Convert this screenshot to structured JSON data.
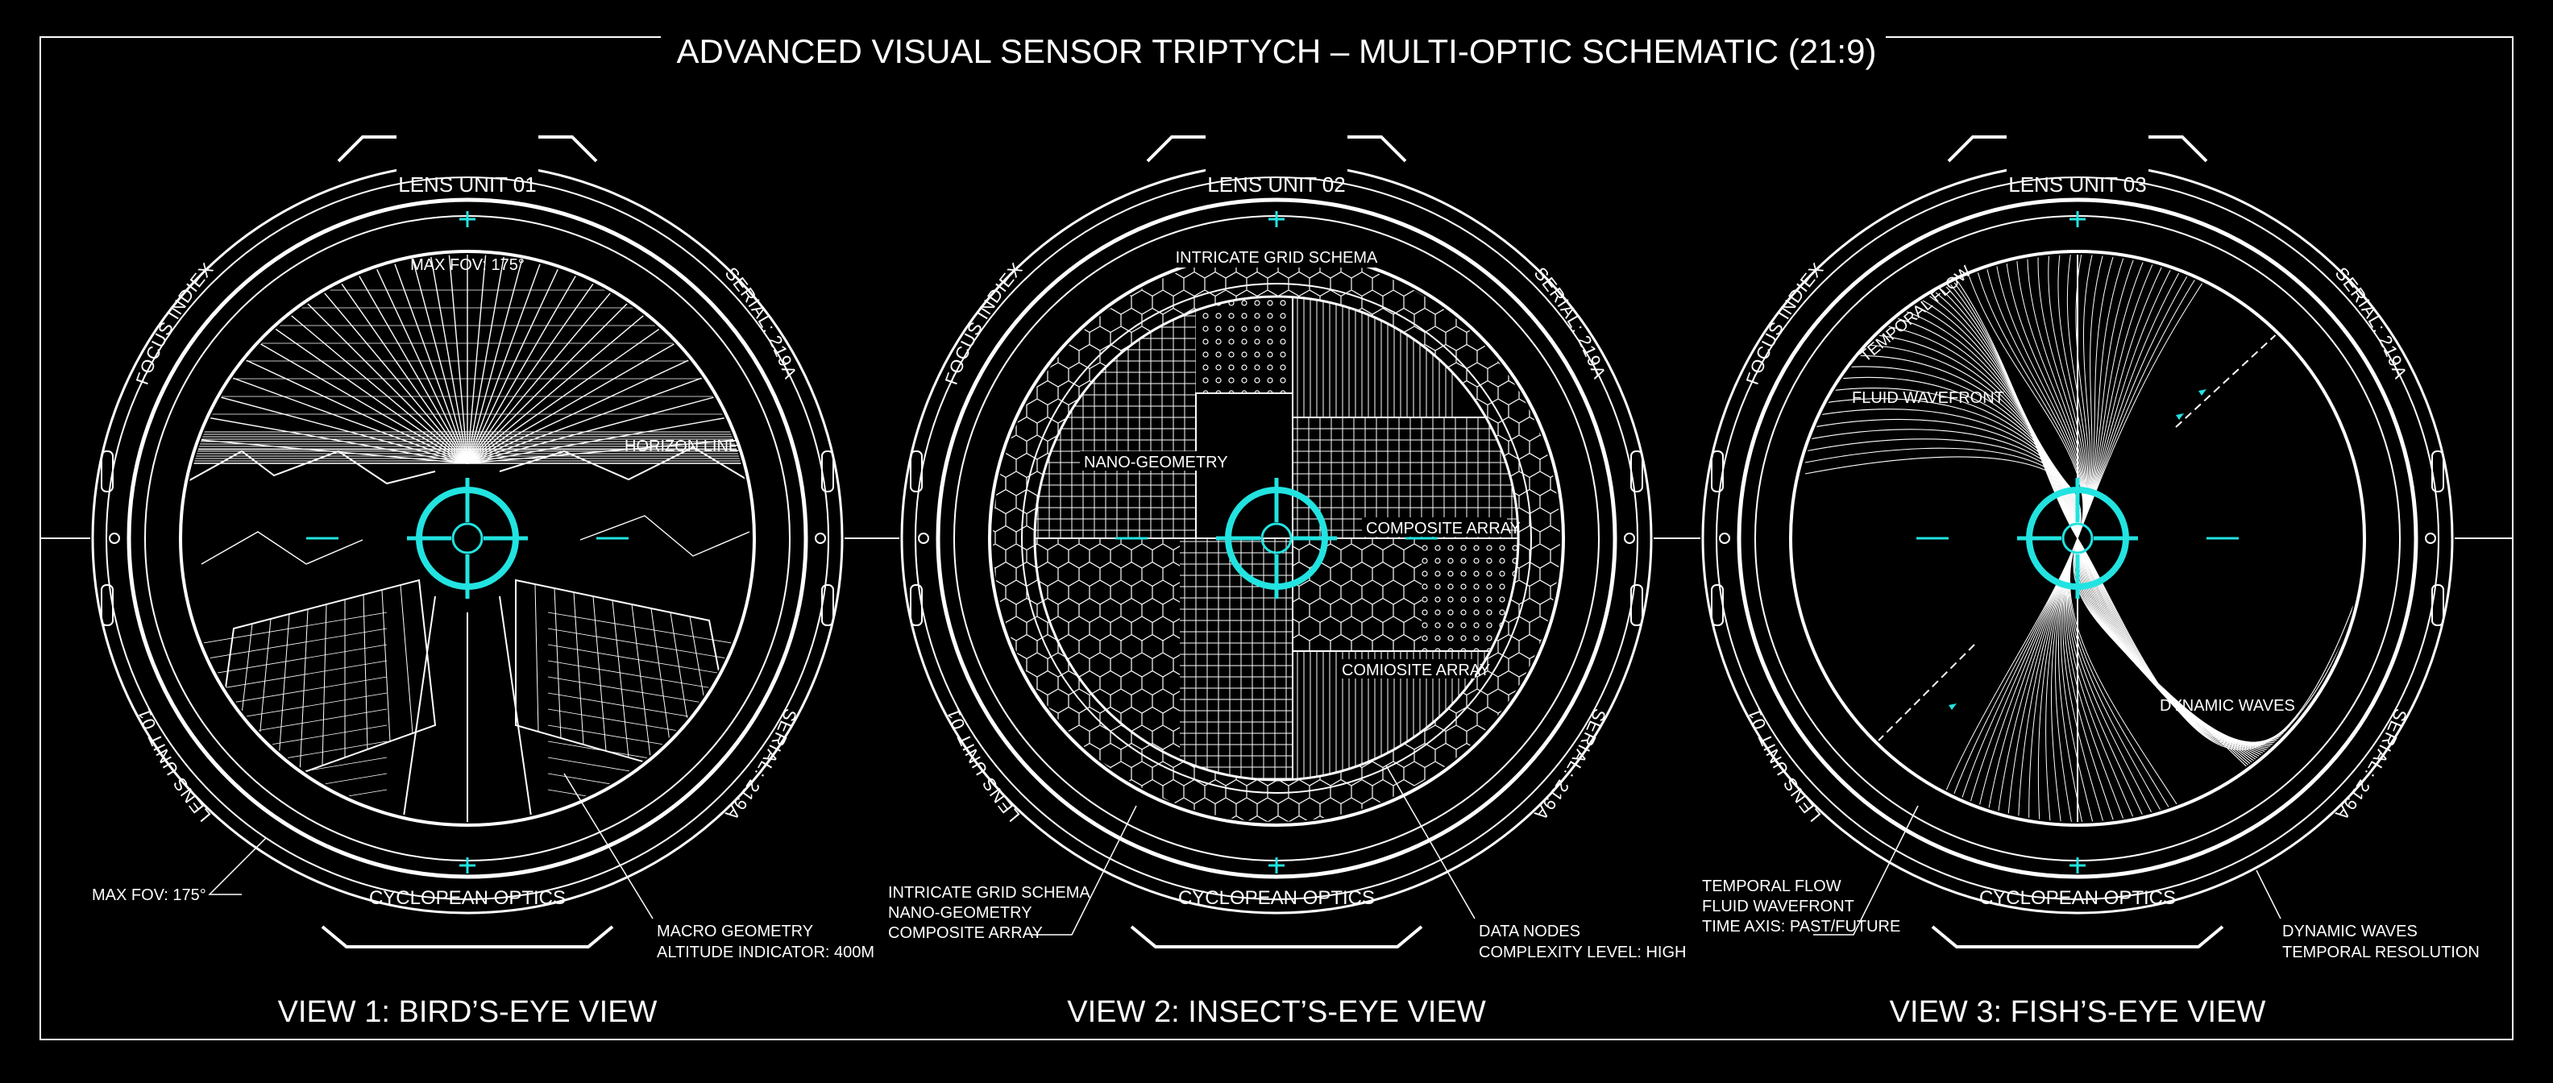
{
  "title": "ADVANCED VISUAL SENSOR TRIPTYCH – MULTI-OPTIC SCHEMATIC (21:9)",
  "accent_color": "#22e3e0",
  "line_color": "#ffffff",
  "background_color": "#000000",
  "reticle_icon": "crosshair-reticle-icon",
  "lenses": [
    {
      "unit": "LENS UNIT 01",
      "focus": "FOCUS INDIEX",
      "serial_top": "SERIAL: 219A",
      "serial_bottom": "SERIAL: 219A",
      "bottom_left": "LENS UNIT 01",
      "brand": "CYCLOPEAN OPTICS",
      "view_title": "VIEW 1: BIRD’S-EYE VIEW",
      "inner_labels": [
        "MAX FOV: 175°",
        "HORIZON LINE"
      ],
      "callouts": [
        {
          "lines": [
            "MAX FOV: 175°"
          ]
        },
        {
          "lines": [
            "MACRO GEOMETRY",
            "ALTITUDE INDICATOR: 400M"
          ]
        }
      ]
    },
    {
      "unit": "LENS UNIT 02",
      "focus": "FOCUS INDIEX",
      "serial_top": "SERIAL: 219A",
      "serial_bottom": "SERIAL: 219A",
      "bottom_left": "LENS UNIT 01",
      "brand": "CYCLOPEAN OPTICS",
      "view_title": "VIEW 2: INSECT’S-EYE VIEW",
      "inner_labels": [
        "INTRICATE GRID SCHEMA",
        "NANO-GEOMETRY",
        "COMPOSITE ARRAY",
        "COMIOSITE ARRAY"
      ],
      "callouts": [
        {
          "lines": [
            "INTRICATE GRID SCHEMA",
            "NANO-GEOMETRY",
            "COMPOSITE ARRAY"
          ]
        },
        {
          "lines": [
            "DATA NODES",
            "COMPLEXITY LEVEL: HIGH"
          ]
        }
      ]
    },
    {
      "unit": "LENS UNIT 03",
      "focus": "FOCUS INDIEX",
      "serial_top": "SERIAL: 219A",
      "serial_bottom": "SERIAL: 219A",
      "bottom_left": "LENS UNIT 01",
      "brand": "CYCLOPEAN OPTICS",
      "view_title": "VIEW 3: FISH’S-EYE VIEW",
      "inner_labels": [
        "TEMPORAL FLOW",
        "FLUID WAVEFRONT",
        "DYNAMIC WAVES"
      ],
      "callouts": [
        {
          "lines": [
            "TEMPORAL FLOW",
            "FLUID WAVEFRONT",
            "TIME AXIS: PAST/FUTURE"
          ]
        },
        {
          "lines": [
            "DYNAMIC WAVES",
            "TEMPORAL RESOLUTION"
          ]
        }
      ]
    }
  ]
}
